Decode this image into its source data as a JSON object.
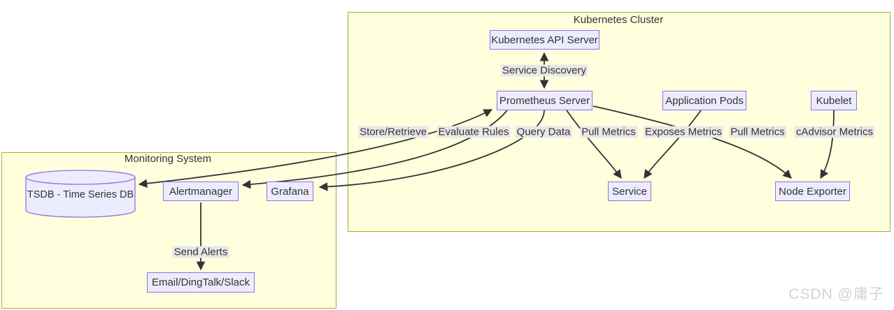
{
  "diagram_type": "flowchart",
  "clusters": {
    "kubernetes": {
      "title": "Kubernetes Cluster"
    },
    "monitoring": {
      "title": "Monitoring System"
    }
  },
  "nodes": {
    "api_server": {
      "label": "Kubernetes API Server",
      "shape": "rect"
    },
    "prometheus": {
      "label": "Prometheus Server",
      "shape": "rect"
    },
    "app_pods": {
      "label": "Application Pods",
      "shape": "rect"
    },
    "kubelet": {
      "label": "Kubelet",
      "shape": "rect"
    },
    "service": {
      "label": "Service",
      "shape": "rect"
    },
    "node_exporter": {
      "label": "Node Exporter",
      "shape": "rect"
    },
    "tsdb": {
      "label": "TSDB - Time Series DB",
      "shape": "cylinder"
    },
    "alertmanager": {
      "label": "Alertmanager",
      "shape": "rect"
    },
    "grafana": {
      "label": "Grafana",
      "shape": "rect"
    },
    "notify": {
      "label": "Email/DingTalk/Slack",
      "shape": "rect"
    }
  },
  "edges": [
    {
      "from": "Prometheus Server",
      "to": "Kubernetes API Server",
      "label": "Service Discovery",
      "bidirectional": true
    },
    {
      "from": "Prometheus Server",
      "to": "TSDB - Time Series DB",
      "label": "Store/Retrieve",
      "bidirectional": true
    },
    {
      "from": "Prometheus Server",
      "to": "Alertmanager",
      "label": "Evaluate Rules",
      "bidirectional": false
    },
    {
      "from": "Prometheus Server",
      "to": "Grafana",
      "label": "Query Data",
      "bidirectional": false
    },
    {
      "from": "Prometheus Server",
      "to": "Service",
      "label": "Pull Metrics",
      "bidirectional": false
    },
    {
      "from": "Application Pods",
      "to": "Service",
      "label": "Exposes Metrics",
      "bidirectional": false
    },
    {
      "from": "Prometheus Server",
      "to": "Node Exporter",
      "label": "Pull Metrics",
      "bidirectional": false
    },
    {
      "from": "Kubelet",
      "to": "Node Exporter",
      "label": "cAdvisor Metrics",
      "bidirectional": false
    },
    {
      "from": "Alertmanager",
      "to": "Email/DingTalk/Slack",
      "label": "Send Alerts",
      "bidirectional": false
    }
  ],
  "colors": {
    "node_fill": "#ECECFF",
    "node_border": "#9370DB",
    "cluster_fill": "#FFFFDE",
    "cluster_border": "#AAAA33",
    "edge": "#333333",
    "edge_label_bg": "#E8E8E8",
    "text": "#333333",
    "watermark": "#D3D3D3"
  },
  "watermark": "CSDN @庸子"
}
